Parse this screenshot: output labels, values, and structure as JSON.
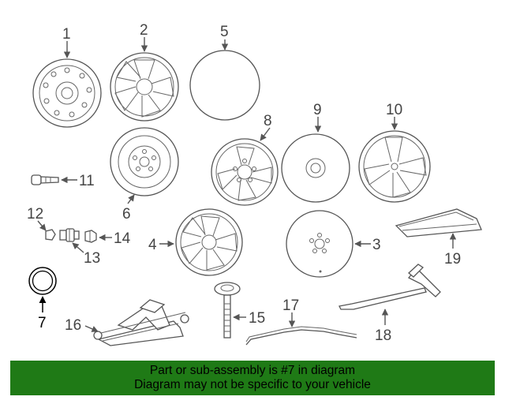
{
  "callouts": {
    "c1": "1",
    "c2": "2",
    "c3": "3",
    "c4": "4",
    "c5": "5",
    "c6": "6",
    "c7": "7",
    "c8": "8",
    "c9": "9",
    "c10": "10",
    "c11": "11",
    "c12": "12",
    "c13": "13",
    "c14": "14",
    "c15": "15",
    "c16": "16",
    "c17": "17",
    "c18": "18",
    "c19": "19"
  },
  "highlighted_part": "7",
  "banner": {
    "line1": "Part or sub-assembly is #7 in diagram",
    "line2": "Diagram may not be specific to your vehicle"
  },
  "colors": {
    "banner_bg": "#1f7a16",
    "line_art": "#555555"
  }
}
